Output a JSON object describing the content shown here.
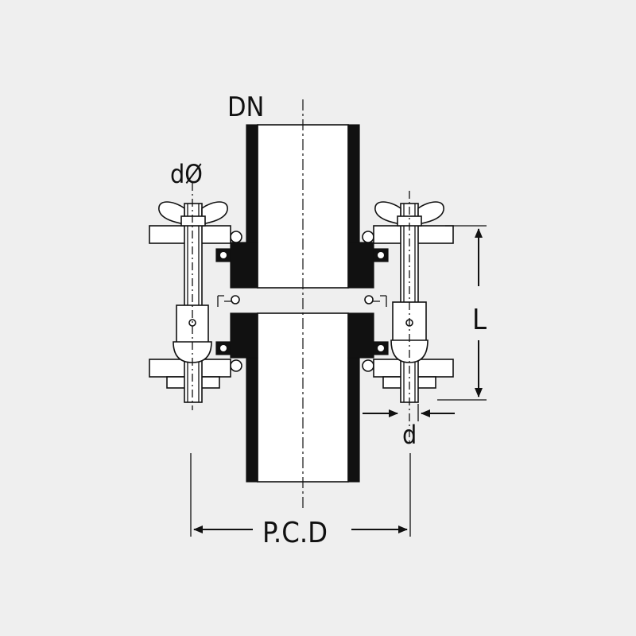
{
  "labels": {
    "dn": "DN",
    "bolt_dia": "dØ",
    "length": "L",
    "d": "d",
    "pcd": "P.C.D"
  },
  "colors": {
    "background": "#efefef",
    "ink": "#111111",
    "fill": "#ffffff"
  }
}
